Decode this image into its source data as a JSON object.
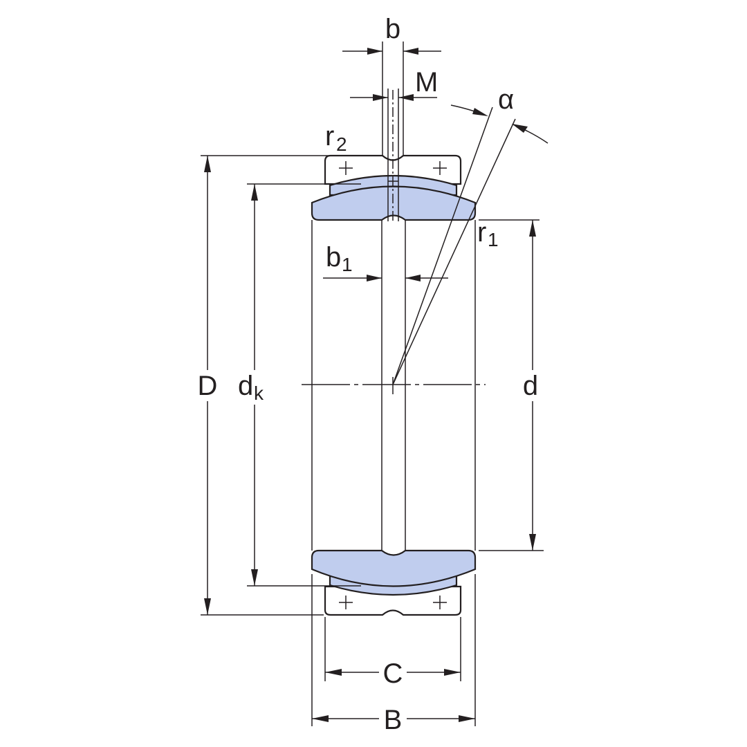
{
  "labels": {
    "b": "b",
    "M": "M",
    "alpha": "α",
    "r2_main": "r",
    "r2_sub": "2",
    "r1_main": "r",
    "r1_sub": "1",
    "b1_main": "b",
    "b1_sub": "1",
    "D": "D",
    "dk_main": "d",
    "dk_sub": "k",
    "d": "d",
    "C": "C",
    "B": "B"
  },
  "colors": {
    "line": "#231f20",
    "inner_ring_fill": "#c0cdee",
    "background": "#ffffff"
  }
}
